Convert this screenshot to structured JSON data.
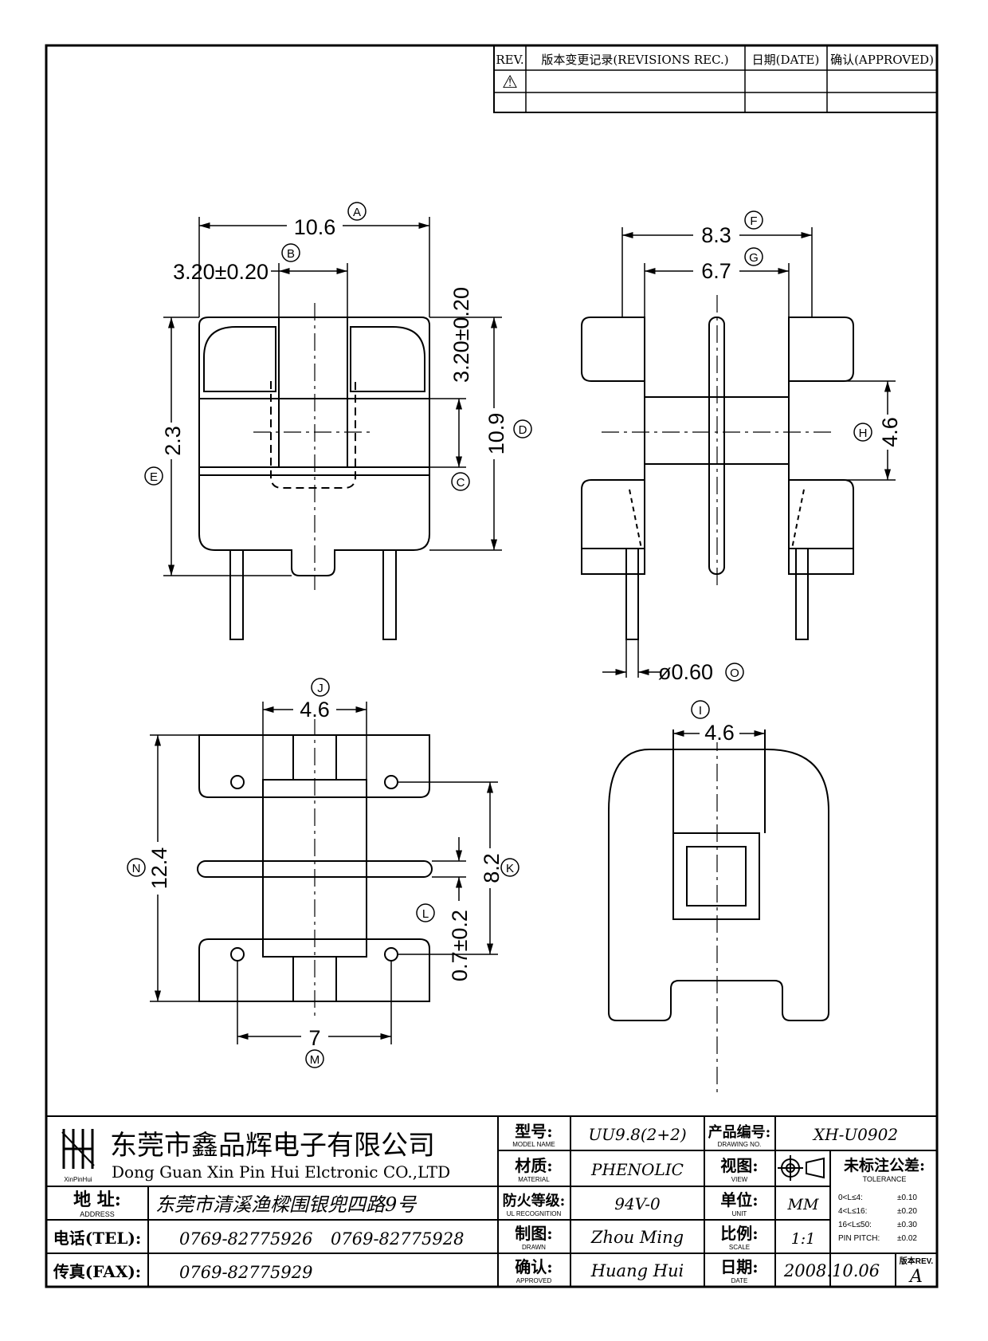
{
  "revision_block": {
    "headers": [
      "REV.",
      "版本变更记录(REVISIONS REC.)",
      "日期(DATE)",
      "确认(APPROVED)"
    ],
    "first_row_symbol": "⚠"
  },
  "dimensions": {
    "A": {
      "letter": "A",
      "text": "10.6"
    },
    "B": {
      "letter": "B",
      "text": "3.20±0.20"
    },
    "C": {
      "letter": "C",
      "text": "3.20±0.20"
    },
    "D": {
      "letter": "D",
      "text": "10.9"
    },
    "E": {
      "letter": "E",
      "text": "2.3"
    },
    "F": {
      "letter": "F",
      "text": "8.3"
    },
    "G": {
      "letter": "G",
      "text": "6.7"
    },
    "H": {
      "letter": "H",
      "text": "4.6"
    },
    "O": {
      "letter": "O",
      "text": "ø0.60"
    },
    "J": {
      "letter": "J",
      "text": "4.6"
    },
    "I": {
      "letter": "I",
      "text": "4.6"
    },
    "N": {
      "letter": "N",
      "text": "12.4"
    },
    "K": {
      "letter": "K",
      "text": "8.2"
    },
    "L": {
      "letter": "L",
      "text": "0.7±0.2"
    },
    "M": {
      "letter": "M",
      "text": "7"
    }
  },
  "title_block": {
    "company_cn": "东莞市鑫品辉电子有限公司",
    "company_en": "Dong Guan Xin Pin Hui Elctronic CO.,LTD",
    "logo_text": "XinPinHui",
    "address_label": "地 址:",
    "address_label_en": "ADDRESS",
    "address": "东莞市清溪渔樑围银兜四路9号",
    "tel_label": "电话(TEL):",
    "tel1": "0769-82775926",
    "tel2": "0769-82775928",
    "fax_label": "传真(FAX):",
    "fax": "0769-82775929",
    "model_label": "型号:",
    "model_label_en": "MODEL NAME",
    "model": "UU9.8(2+2)",
    "material_label": "材质:",
    "material_label_en": "MATERIAL",
    "material": "PHENOLIC",
    "fire_label": "防火等级:",
    "fire_label_en": "UL RECOGNITION",
    "fire": "94V-0",
    "drawn_label": "制图:",
    "drawn_label_en": "DRAWN",
    "drawn": "Zhou Ming",
    "approved_label": "确认:",
    "approved_label_en": "APPROVED",
    "approved": "Huang Hui",
    "drawing_no_label": "产品编号:",
    "drawing_no_label_en": "DRAWING NO.",
    "drawing_no": "XH-U0902",
    "view_label": "视图:",
    "view_label_en": "VIEW",
    "unit_label": "单位:",
    "unit_label_en": "UNIT",
    "unit": "MM",
    "scale_label": "比例:",
    "scale_label_en": "SCALE",
    "scale": "1:1",
    "date_label": "日期:",
    "date_label_en": "DATE",
    "date": "2008.10.06",
    "tolerance_label": "未标注公差:",
    "tolerance_label_en": "TOLERANCE",
    "tolerances": [
      {
        "range": "0<L≤4:",
        "value": "±0.10"
      },
      {
        "range": "4<L≤16:",
        "value": "±0.20"
      },
      {
        "range": "16<L≤50:",
        "value": "±0.30"
      },
      {
        "range": "PIN PITCH:",
        "value": "±0.02"
      }
    ],
    "rev_label": "版本REV.",
    "rev": "A"
  }
}
